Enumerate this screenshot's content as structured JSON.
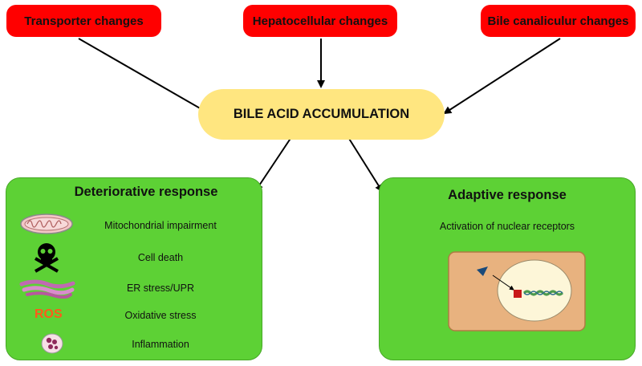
{
  "causes": [
    "Transporter changes",
    "Hepatocellular changes",
    "Bile canaliculur changes"
  ],
  "central": "BILE ACID ACCUMULATION",
  "deteriorative": {
    "title": "Deteriorative response",
    "items": [
      "Mitochondrial impairment",
      "Cell death",
      "ER stress/UPR",
      "Oxidative stress",
      "Inflammation"
    ],
    "ros_label": "ROS"
  },
  "adaptive": {
    "title": "Adaptive response",
    "subtitle": "Activation of nuclear receptors"
  },
  "colors": {
    "cause": "#ff0000",
    "central": "#ffe680",
    "panel": "#5dd135",
    "cell": "#e8b27f",
    "nucleus": "#fdf6d8"
  }
}
